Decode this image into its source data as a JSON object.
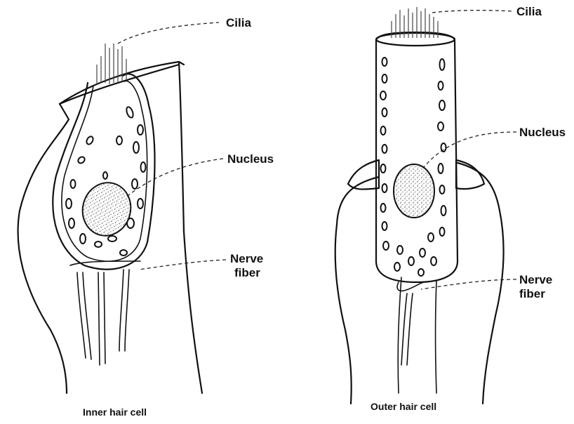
{
  "inner_cell": {
    "caption": "Inner hair cell",
    "labels": {
      "cilia": "Cilia",
      "nucleus": "Nucleus",
      "nerve": "Nerve",
      "fiber": "fiber"
    }
  },
  "outer_cell": {
    "caption": "Outer hair cell",
    "labels": {
      "cilia": "Cilia",
      "nucleus": "Nucleus",
      "nerve": "Nerve",
      "fiber": "fiber"
    }
  }
}
